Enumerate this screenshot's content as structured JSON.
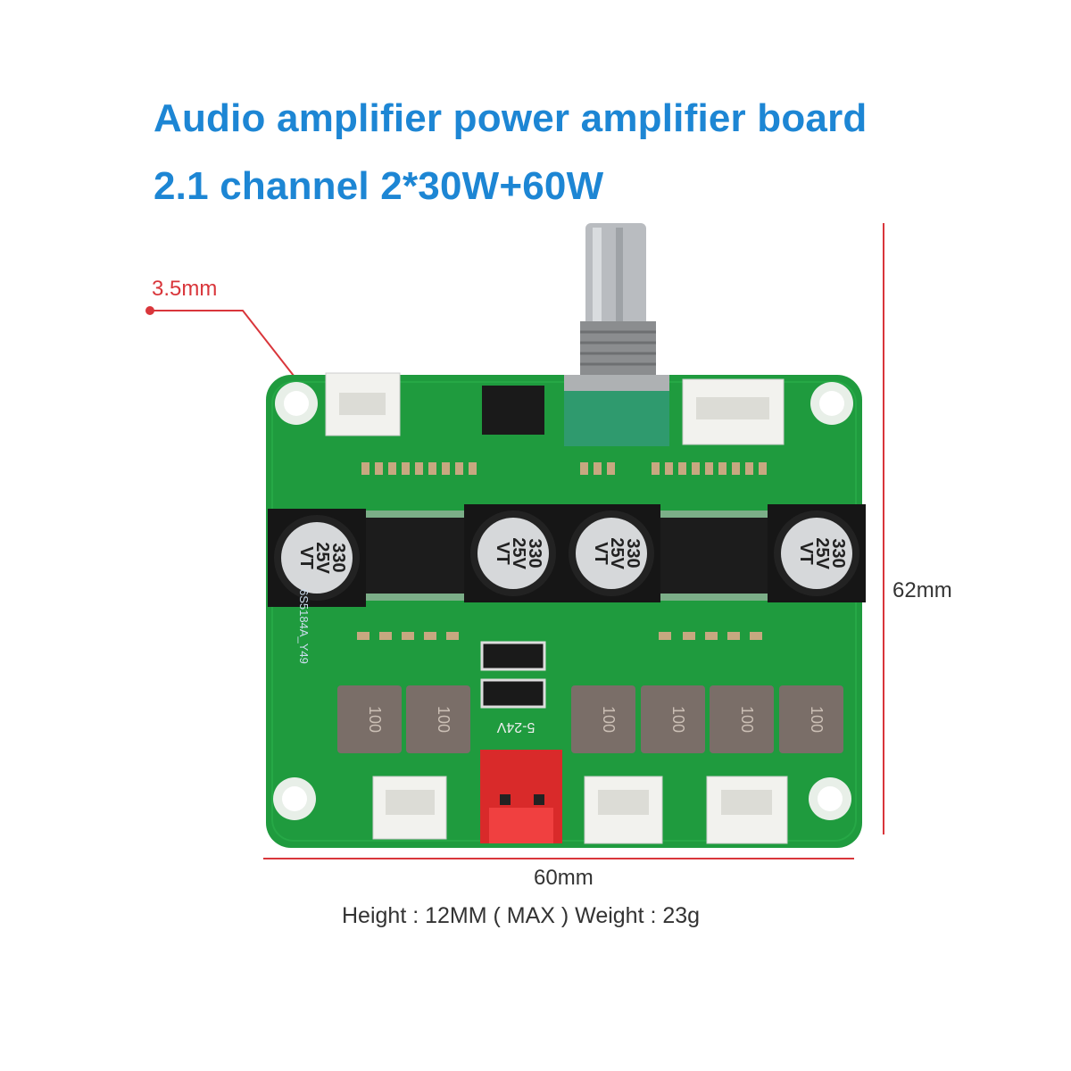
{
  "title": {
    "line1": "Audio amplifier power amplifier board",
    "line2": "2.1 channel 2*30W+60W"
  },
  "dimensions": {
    "hole": "3.5mm",
    "width": "60mm",
    "height": "62mm",
    "spec": "Height : 12MM ( MAX ) Weight : 23g"
  },
  "board": {
    "capacitor_label": [
      "330",
      "25V",
      "VT"
    ],
    "inductor_label": "100",
    "power_label": "5-24V",
    "silk_model": "6S5184A_Y49",
    "colors": {
      "pcb": "#1f9b3e",
      "title": "#1d86d4",
      "dimension_line": "#d9363b"
    }
  }
}
